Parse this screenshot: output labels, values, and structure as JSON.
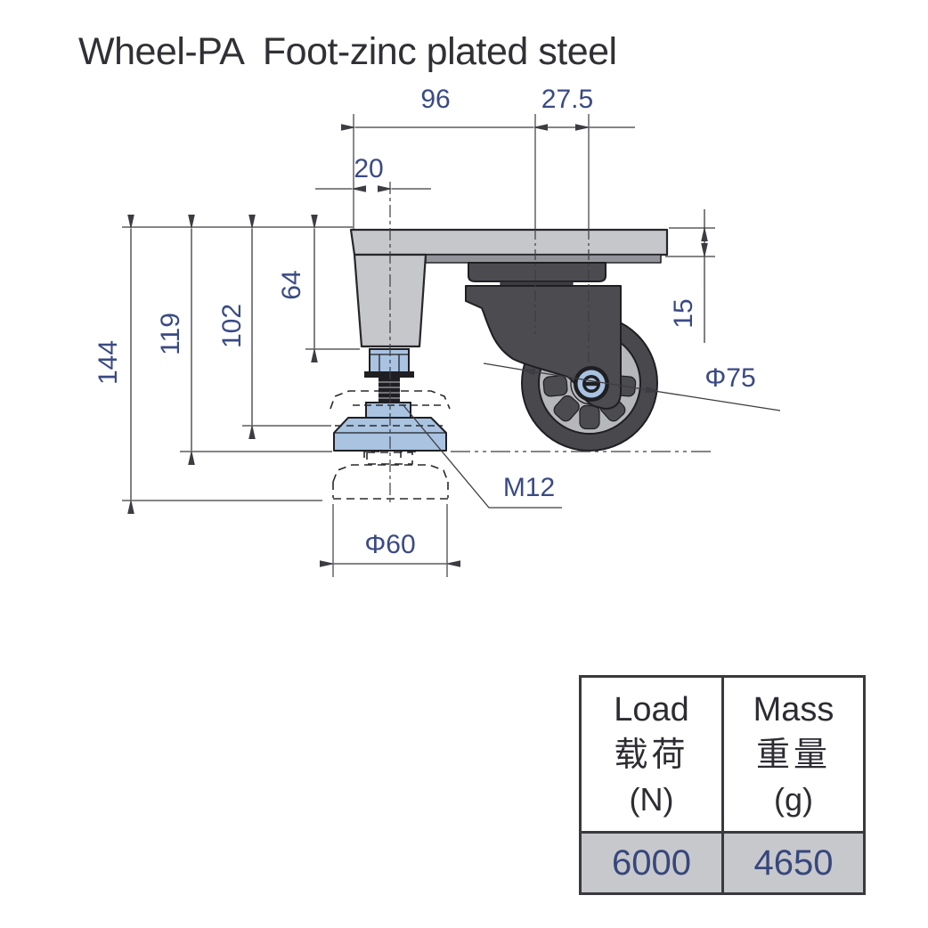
{
  "title": "Wheel-PA  Foot-zinc plated steel",
  "dimensions": {
    "plate_width": "96",
    "axle_offset": "27.5",
    "leg_offset": "20",
    "leg_height": "64",
    "foot_top_height": "102",
    "ground_height": "119",
    "max_height": "144",
    "plate_thickness": "15",
    "wheel_diameter": "Φ75",
    "thread_size": "M12",
    "foot_diameter": "Φ60"
  },
  "spec_table": {
    "columns": [
      {
        "name_en": "Load",
        "name_zh": "载荷",
        "unit": "(N)",
        "value": "6000"
      },
      {
        "name_en": "Mass",
        "name_zh": "重量",
        "unit": "(g)",
        "value": "4650"
      }
    ]
  },
  "colors": {
    "steel_grey": "#c6c7cb",
    "dark_part": "#4b4b50",
    "foot_blue": "#a9c3e1",
    "dimension_text": "#3a4a85"
  }
}
